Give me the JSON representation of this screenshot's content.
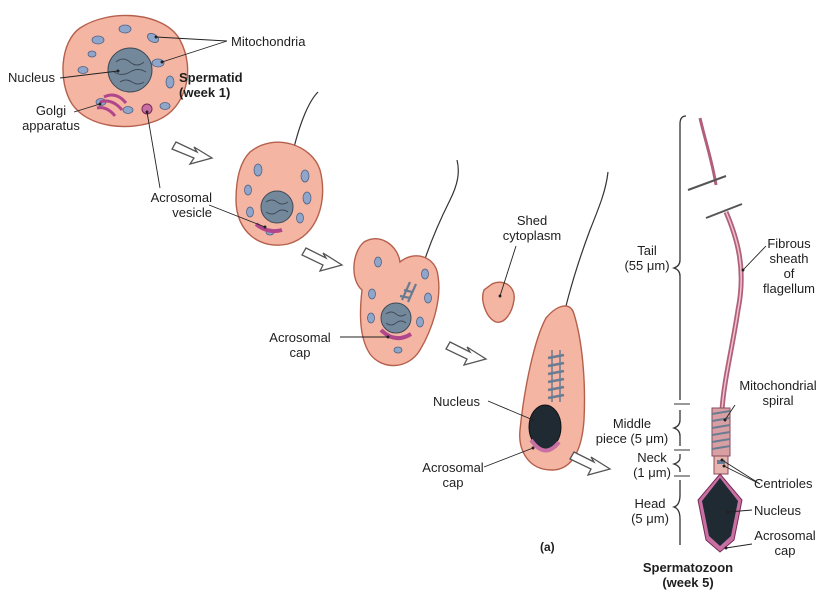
{
  "labels": {
    "mitochondria": "Mitochondria",
    "nucleus_1": "Nucleus",
    "golgi": "Golgi\napparatus",
    "spermatid": "Spermatid\n(week 1)",
    "acrosomal_vesicle": "Acrosomal\nvesicle",
    "shed_cytoplasm": "Shed\ncytoplasm",
    "acrosomal_cap_1": "Acrosomal\ncap",
    "nucleus_2": "Nucleus",
    "acrosomal_cap_2": "Acrosomal\ncap",
    "panel": "(a)",
    "tail": "Tail\n(55 μm)",
    "fibrous_sheath": "Fibrous\nsheath\nof\nflagellum",
    "mito_spiral": "Mitochondrial\nspiral",
    "middle_piece": "Middle\npiece (5 μm)",
    "neck": "Neck\n(1 μm)",
    "centrioles": "Centrioles",
    "head": "Head\n(5 μm)",
    "nucleus_3": "Nucleus",
    "acrosomal_cap_3": "Acrosomal\ncap",
    "spermatozoon": "Spermatozoon\n(week 5)"
  },
  "colors": {
    "cytoplasm": "#f4b5a3",
    "cell_outline": "#b5604c",
    "mitochondrion": "#8fa5c9",
    "nucleus": "#74889c",
    "nucleus_dark": "#1f2a33",
    "acrosome": "#c86fa3",
    "leader": "#222222"
  }
}
